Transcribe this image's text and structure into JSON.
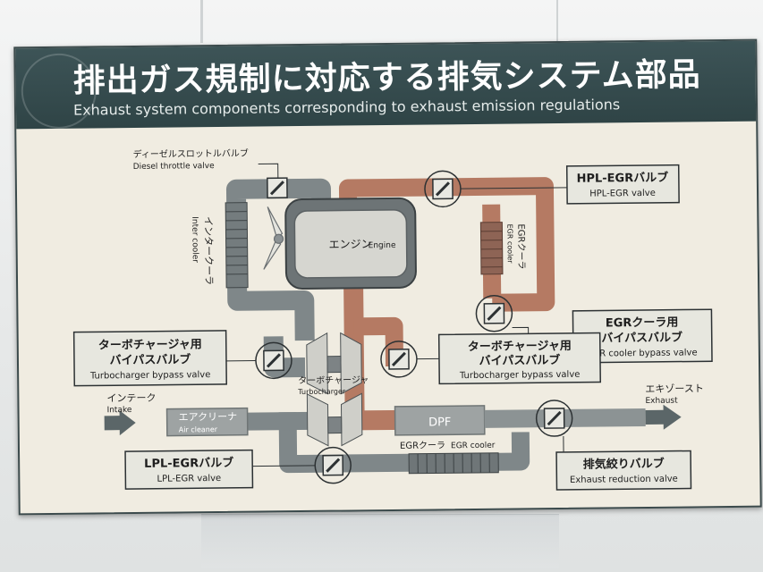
{
  "title_jp": "排出ガス規制に対応する排気システム部品",
  "title_en": "Exhaust system components corresponding to exhaust emission regulations",
  "labels": {
    "diesel_throttle_jp": "ディーゼルスロットルバルブ",
    "diesel_throttle_en": "Diesel throttle valve",
    "hpl_egr_jp": "HPL-EGRバルブ",
    "hpl_egr_en": "HPL-EGR valve",
    "inter_cooler_jp": "インタークーラ",
    "inter_cooler_en": "Inter cooler",
    "engine_jp": "エンジン",
    "engine_en": "Engine",
    "egr_cooler_upper_jp": "EGRクーラ",
    "egr_cooler_upper_en": "EGR cooler",
    "egr_bypass_jp1": "EGRクーラ用",
    "egr_bypass_jp2": "バイパスバルブ",
    "egr_bypass_en": "EGR cooler bypass valve",
    "turbo_bypass_left_jp1": "ターボチャージャ用",
    "turbo_bypass_left_jp2": "バイパスバルブ",
    "turbo_bypass_left_en": "Turbocharger bypass valve",
    "turbo_bypass_right_jp1": "ターボチャージャ用",
    "turbo_bypass_right_jp2": "バイパスバルブ",
    "turbo_bypass_right_en": "Turbocharger bypass valve",
    "turbocharger_jp": "ターボチャージャ",
    "turbocharger_en": "Turbocharger",
    "intake_jp": "インテーク",
    "intake_en": "Intake",
    "air_cleaner_jp": "エアクリーナ",
    "air_cleaner_en": "Air cleaner",
    "dpf": "DPF",
    "exhaust_jp": "エキゾースト",
    "exhaust_en": "Exhaust",
    "egr_cooler_lower_jp": "EGRクーラ",
    "egr_cooler_lower_en": "EGR cooler",
    "lpl_egr_jp": "LPL-EGRバルブ",
    "lpl_egr_en": "LPL-EGR valve",
    "exhaust_reduction_jp": "排気絞りバルブ",
    "exhaust_reduction_en": "Exhaust reduction valve"
  },
  "colors": {
    "intake_pipe": "#7f8789",
    "exhaust_pipe": "#b57a63",
    "header": "#344a4c",
    "panel": "#f0ece1",
    "label_box": "#e7e7df"
  }
}
